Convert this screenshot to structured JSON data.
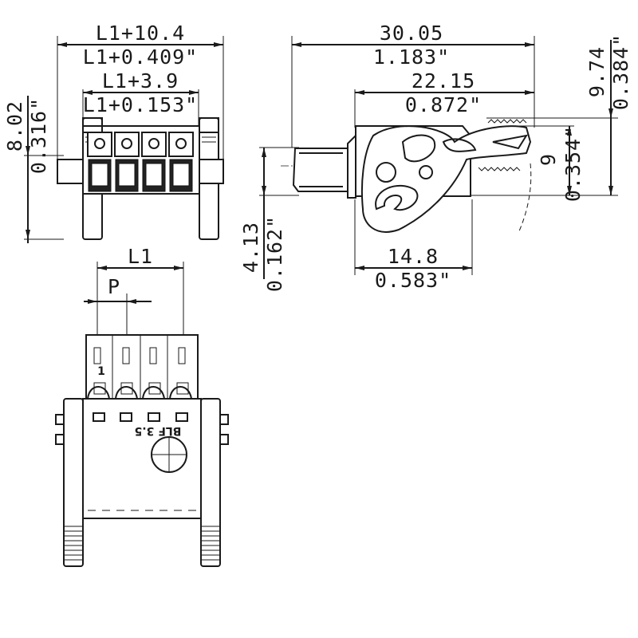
{
  "front_view": {
    "dim_overall_mm": "L1+10.4",
    "dim_overall_in": "L1+0.409\"",
    "dim_pitch_total_mm": "L1+3.9",
    "dim_pitch_total_in": "L1+0.153\"",
    "dim_height_mm": "8.02",
    "dim_height_in": "0.316\""
  },
  "side_view": {
    "dim_length_mm": "30.05",
    "dim_length_in": "1.183\"",
    "dim_lever_mm": "22.15",
    "dim_lever_in": "0.872\"",
    "dim_total_h_mm": "9.74",
    "dim_total_h_in": "0.384\"",
    "dim_h_mm": "9",
    "dim_h_in": "0.354\"",
    "dim_offset_mm": "4.13",
    "dim_offset_in": "0.162\"",
    "dim_base_mm": "14.8",
    "dim_base_in": "0.583\""
  },
  "top_view": {
    "dim_l1": "L1",
    "dim_pitch": "P",
    "marking": "BLF 3.5",
    "pin1_label": "1"
  }
}
